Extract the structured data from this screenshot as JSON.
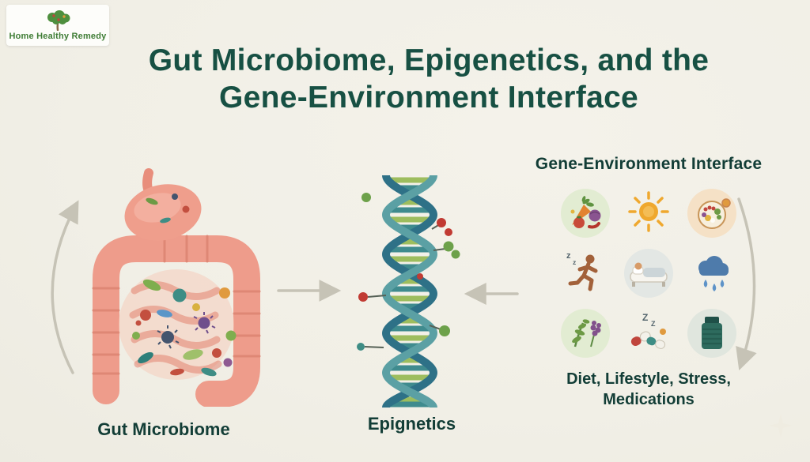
{
  "logo": {
    "brand": "Home Healthy Remedy"
  },
  "title": {
    "line1": "Gut Microbiome, Epigenetics, and the",
    "line2": "Gene-Environment Interface"
  },
  "gut": {
    "label": "Gut Microbiome"
  },
  "dna": {
    "label": "Epignetics"
  },
  "environment": {
    "heading": "Gene-Environment Interface",
    "caption_line1": "Diet, Lifestyle, Stress,",
    "caption_line2": "Medications",
    "icons": [
      "vegetables-icon",
      "sun-icon",
      "meal-plate-icon",
      "running-person-icon",
      "sleeping-person-icon",
      "rain-cloud-icon",
      "herbs-icon",
      "pills-icon",
      "medicine-bottle-icon"
    ]
  },
  "annotations": {
    "runner_z_large": "z",
    "runner_z_small": "z",
    "pills_z_large": "Z",
    "pills_z_small": "Z"
  },
  "colors": {
    "background": "#f2f0e8",
    "title": "#175043",
    "labels": "#123d36",
    "arrows": "#c6c3b6",
    "brand_green": "#3f7d35",
    "intestine_pink": "#ee9c8b",
    "dna_teal": "#2e7187",
    "dna_green_rung": "#9dbd5e"
  }
}
